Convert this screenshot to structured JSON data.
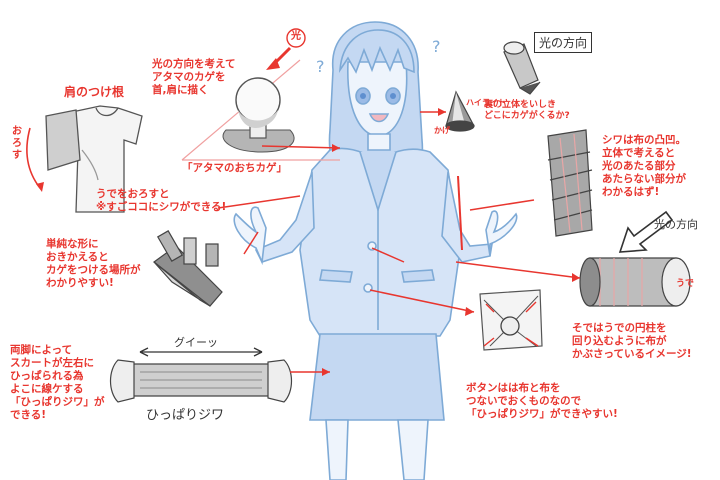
{
  "notes": {
    "head_light": "光の方向を考えて\nアタマのカゲを\n首,肩に描く",
    "head_shadow_caption": "「アタマのおちカゲ」",
    "shoulder_title": "肩のつけ根",
    "fall_down": "おろす",
    "arm_down": "うでをおろすと\n※すごココにシワができる!",
    "cone_highlight": "ハイライト",
    "cone_shadow": "かげ",
    "cone_question": "裏の立体をいしき\nどこにカゲがくるか?",
    "sleeve_cylinder": "シワは布の凸凹。\n立体で考えると\n光のあたる部分\nあたらない部分が\nわかるはず!",
    "simple_shapes": "単純な形に\nおきかえると\nカゲをつける場所が\nわかりやすい!",
    "arm_cylinder": "そではうでの円柱を\n回り込むように布が\nかぶさっているイメージ!",
    "skirt_pull": "両脚によって\nスカートが左右に\nひっぱられる為\nよこに線ケする\n「ひっぱりジワ」が\nできる!",
    "pull_sfx": "グイーッ",
    "pull_wrinkle": "ひっぱりジワ",
    "button_note": "ボタンはは布と布を\nつないでおくものなので\n「ひっぱりジワ」ができやすい!"
  },
  "labels": {
    "light_dir_top": "光の方向",
    "light_dir_right": "光の方向",
    "kome_mark": "※",
    "light_glyph": "光",
    "arm_u": "うで"
  },
  "colors": {
    "line": "#7eaad6",
    "fill": "#d6e4f7",
    "shadow": "#a9c4ea",
    "red": "#e8362f",
    "ink": "#333333",
    "gray": "#888888"
  }
}
